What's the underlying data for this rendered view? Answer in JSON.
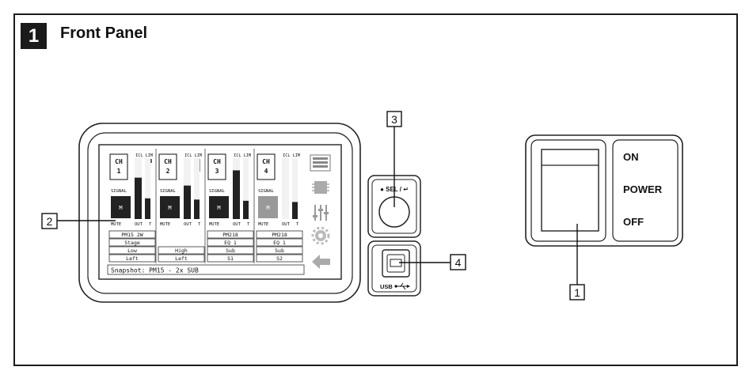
{
  "section": {
    "number": "1",
    "title": "Front Panel"
  },
  "callouts": [
    "1",
    "2",
    "3",
    "4"
  ],
  "channels": [
    {
      "label_top": "CH",
      "label_num": "1",
      "lim": "ICL LIM",
      "signal": "SIGNAL",
      "mute_btn": "M",
      "mute": "MUTE",
      "out": "OUT",
      "t": "T",
      "mute_color": "#222222",
      "meter_in": 0.68,
      "meter_out": 0.34,
      "settings": [
        "PM15 2W",
        "Stage",
        "Low",
        "Left"
      ]
    },
    {
      "label_top": "CH",
      "label_num": "2",
      "lim": "ICL LIM",
      "signal": "SIGNAL",
      "mute_btn": "M",
      "mute": "MUTE",
      "out": "OUT",
      "t": "T",
      "mute_color": "#222222",
      "meter_in": 0.55,
      "meter_out": 0.32,
      "settings": [
        "",
        "",
        "High",
        "Left"
      ]
    },
    {
      "label_top": "CH",
      "label_num": "3",
      "lim": "ICL LIM",
      "signal": "SIGNAL",
      "mute_btn": "M",
      "mute": "MUTE",
      "out": "OUT",
      "t": "T",
      "mute_color": "#222222",
      "meter_in": 0.8,
      "meter_out": 0.3,
      "settings": [
        "PM218",
        "EQ 1",
        "Sub",
        "S1"
      ]
    },
    {
      "label_top": "CH",
      "label_num": "4",
      "lim": "ICL LIM",
      "signal": "SIGNAL",
      "mute_btn": "M",
      "mute": "MUTE",
      "out": "OUT",
      "t": "T",
      "mute_color": "#999999",
      "meter_in": 0.0,
      "meter_out": 0.28,
      "settings": [
        "PM218",
        "EQ 1",
        "Sub",
        "S2"
      ]
    }
  ],
  "snapshot": "Snapshot:  PM15 - 2x SUB",
  "knob_label": "● SEL / ↵",
  "usb_label": "USB",
  "power": {
    "on": "ON",
    "title": "POWER",
    "off": "OFF"
  },
  "icons": [
    "layout-icon",
    "processor-icon",
    "faders-icon",
    "gear-icon",
    "back-arrow-icon"
  ]
}
